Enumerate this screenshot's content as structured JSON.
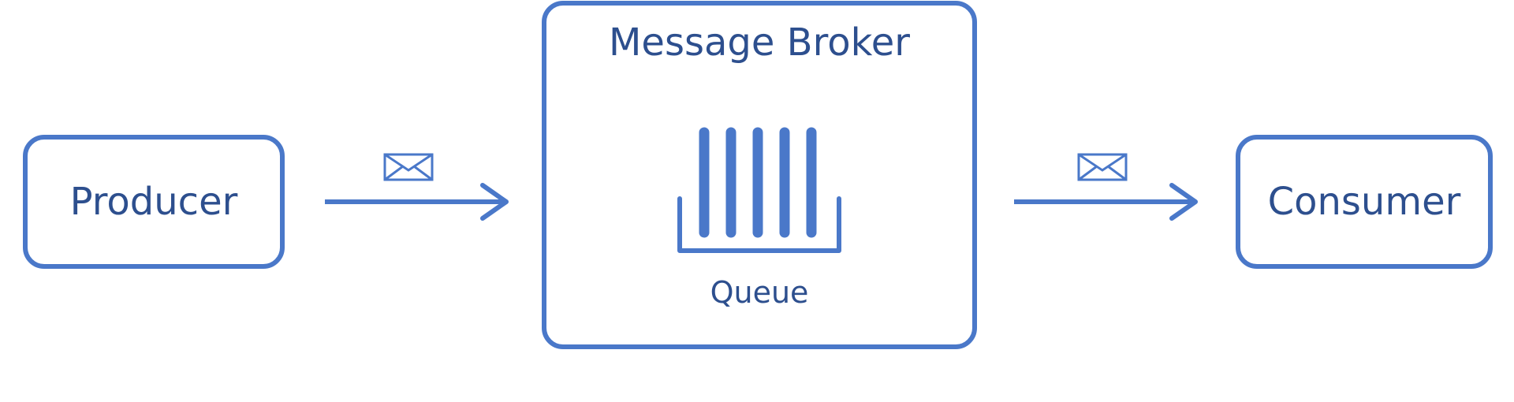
{
  "diagram": {
    "accent_color": "#4a78c9",
    "text_color": "#2d4f8e",
    "nodes": {
      "producer": {
        "label": "Producer"
      },
      "broker": {
        "label": "Message Broker"
      },
      "queue": {
        "label": "Queue",
        "slot_count": 5
      },
      "consumer": {
        "label": "Consumer"
      }
    },
    "edges": [
      {
        "from": "producer",
        "to": "broker",
        "icon": "envelope-icon"
      },
      {
        "from": "broker",
        "to": "consumer",
        "icon": "envelope-icon"
      }
    ]
  }
}
